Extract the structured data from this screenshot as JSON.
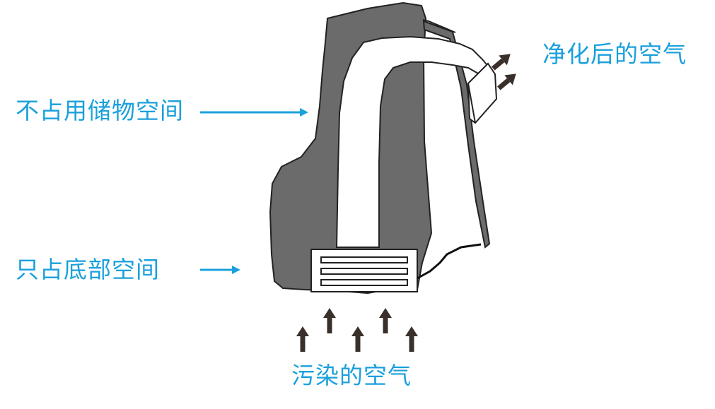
{
  "labels": {
    "purified_air": "净化后的空气",
    "no_storage_space": "不占用储物空间",
    "bottom_space_only": "只占底部空间",
    "polluted_air": "污染的空气"
  },
  "colors": {
    "label_text": "#1aa0dc",
    "device_body": "#6b6b6b",
    "arrow_dark": "#3a302b",
    "outline": "#222222",
    "duct_fill": "#ffffff"
  },
  "icons": {
    "inflow": "up-arrow-icon",
    "outflow": "diagonal-arrow-icon",
    "pointer": "right-arrow-icon"
  }
}
